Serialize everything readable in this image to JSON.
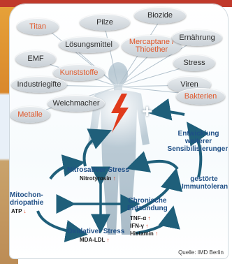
{
  "bubbles": {
    "titan": "Titan",
    "pilze": "Pilze",
    "biozide": "Biozide",
    "loesungsmittel": "Lösungsmittel",
    "mercaptane": "Mercaptane /",
    "thioether": "Thioether",
    "ernaehrung": "Ernährung",
    "emf": "EMF",
    "kunststoffe": "Kunststoffe",
    "stress": "Stress",
    "industriegifte": "Industriegifte",
    "viren": "Viren",
    "weichmacher": "Weichmacher",
    "bakterien": "Bakterien",
    "metalle": "Metalle"
  },
  "labels": {
    "entwicklung_1": "Entwicklung",
    "entwicklung_2": "weiterer",
    "entwicklung_3": "Sensibilisierungen",
    "gestoerte_1": "gestörte",
    "gestoerte_2": "Immuntoleranz",
    "nitrosativ": "Nitrosativer Stress",
    "nitrotyrosin": "Nitrotyrosin",
    "mito_1": "Mitochon-",
    "mito_2": "driopathie",
    "atp": "ATP",
    "chronisch_1": "Chronische",
    "chronisch_2": "Entzündung",
    "tnf": "TNF-α",
    "ifn": "IFN-γ",
    "histamin": "Histamin",
    "oxidativ": "Oxidativer Stress",
    "mda": "MDA-LDL",
    "plus": "+"
  },
  "source": "Quelle: IMD Berlin",
  "colors": {
    "orange": "#e0582b",
    "blue": "#1f4f86",
    "teal": "#1f5f7a",
    "red": "#e03b1c"
  }
}
